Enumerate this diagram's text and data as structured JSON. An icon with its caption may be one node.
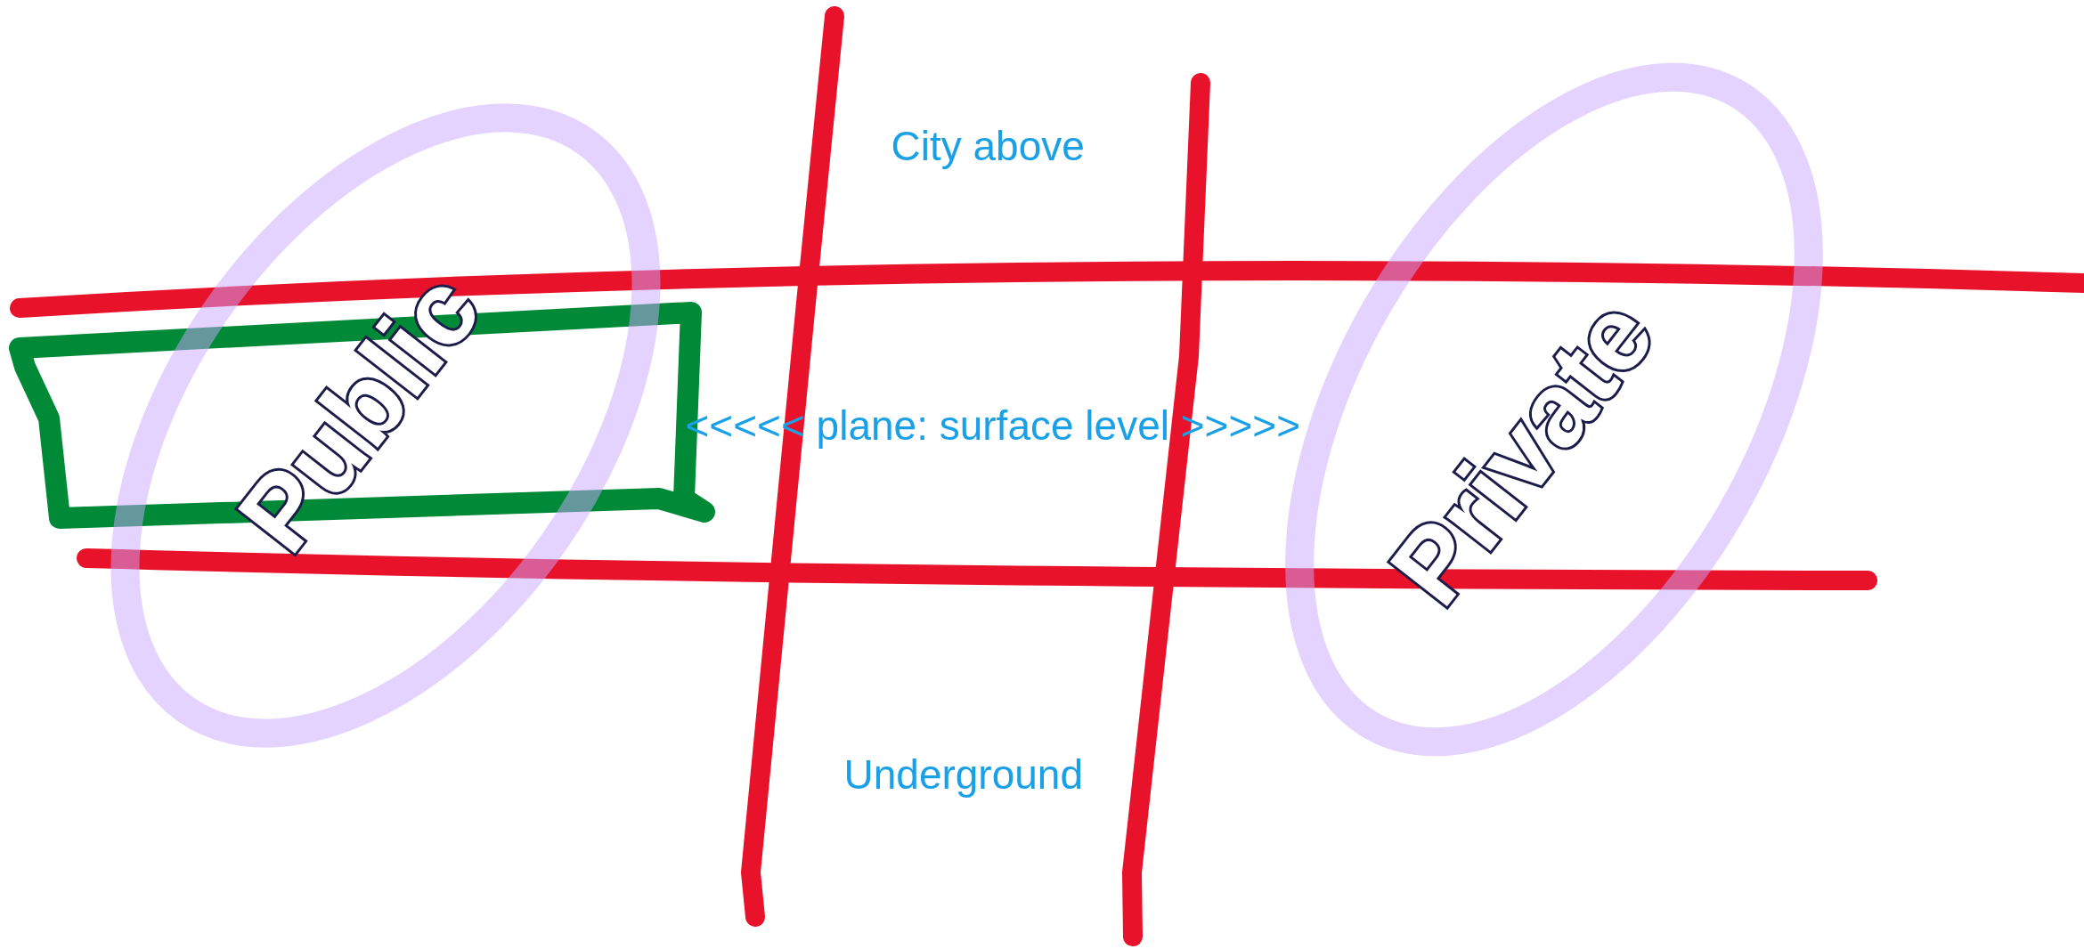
{
  "diagram": {
    "labels": [
      "City above",
      "Public",
      "<<<<< plane: surface level >>>>>",
      "Private",
      "Underground"
    ]
  }
}
